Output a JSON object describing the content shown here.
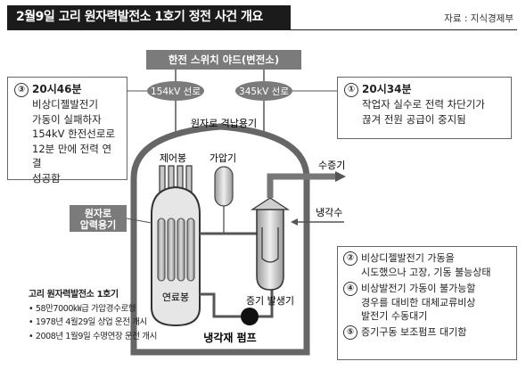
{
  "title": "2월9일 고리 원자력발전소 1호기 정전 사건 개요",
  "source": "자료 : 지식경제부",
  "yard": "한전 스위치 야드(변전소)",
  "line_154": "154kV 선로",
  "line_345": "345kV 선로",
  "containment_label": "원자로 격납용기",
  "control_rod_label": "제어봉",
  "pressurizer_label": "가압기",
  "steam_label": "수증기",
  "cooling_water_label": "냉각수",
  "reactor_vessel_label": [
    "원자로",
    "압력용기"
  ],
  "fuel_rod_label": "연료봉",
  "steam_gen_label": "증기 발생기",
  "pump_label": "냉각재 펌프",
  "note1": {
    "num": "①",
    "time": "20시34분",
    "lines": [
      "작업자 실수로 전력 차단기가",
      "끊겨 전원 공급이 중지됨"
    ]
  },
  "note3": {
    "num": "③",
    "time": "20시46분",
    "lines": [
      "비상디젤발전기",
      "가동이 실패하자",
      "154kV 한전선로로",
      "12분 만에 전력 연결",
      "성공함"
    ]
  },
  "note_bottom": [
    {
      "num": "②",
      "lines": [
        "비상디젤발전기 가동을",
        "시도했으나 고장, 기동 불능상태"
      ]
    },
    {
      "num": "④",
      "lines": [
        "비상발전기 가동이 불가능할",
        "경우를 대비한 대체교류비상",
        "발전기 수동대기"
      ]
    },
    {
      "num": "⑤",
      "lines": [
        "증기구동 보조펌프 대기함"
      ]
    }
  ],
  "spec": {
    "title": "고리 원자력발전소 1호기",
    "items": [
      "• 58만7000㎾급 가압경수로형",
      "• 1978년 4월29일 상업 운전 개시",
      "• 2008년 1월9일 수명연장 운전 개시"
    ]
  }
}
